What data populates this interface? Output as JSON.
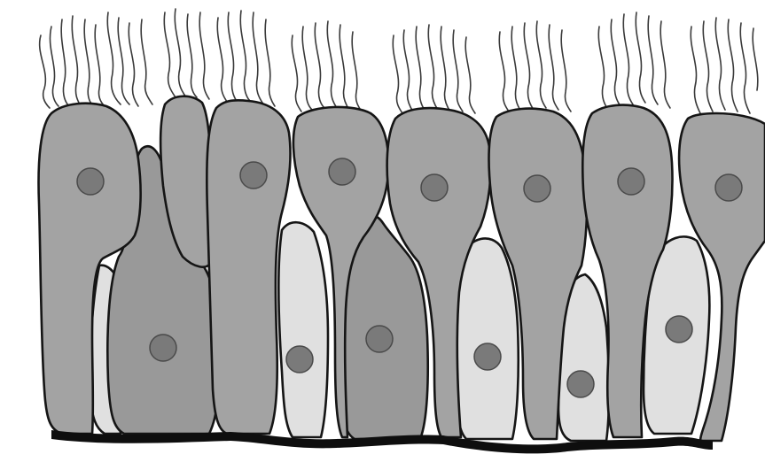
{
  "colors": {
    "background": "#ffffff",
    "outline": "#151515",
    "ciliated_cell": "#a3a3a3",
    "basal_cell": "#999999",
    "goblet_cell": "#e0e0e0",
    "nucleus_fill": "#7a7a7a",
    "nucleus_edge": "#4a4a4a",
    "basement_membrane": "#0e0e0e",
    "cilia": "#3a3a3a"
  },
  "icons": {
    "ciliated_cell": "columnar-ciliated-cell-shape",
    "basal_cell": "basal-cell-shape",
    "goblet_cell": "goblet-cell-shape",
    "nucleus": "round-nucleus-shape",
    "cilia": "wavy-cilia-lines"
  }
}
